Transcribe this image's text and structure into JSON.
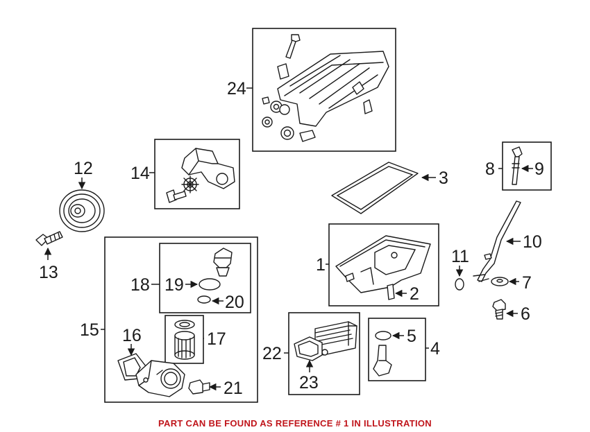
{
  "diagram": {
    "callouts": [
      "1",
      "2",
      "3",
      "4",
      "5",
      "6",
      "7",
      "8",
      "9",
      "10",
      "11",
      "12",
      "13",
      "14",
      "15",
      "16",
      "17",
      "18",
      "19",
      "20",
      "21",
      "22",
      "23",
      "24"
    ],
    "footer_note": "PART CAN BE FOUND AS REFERENCE # 1 IN ILLUSTRATION",
    "colors": {
      "ink": "#1a1a1a",
      "note": "#c0151b",
      "background": "#ffffff"
    }
  }
}
